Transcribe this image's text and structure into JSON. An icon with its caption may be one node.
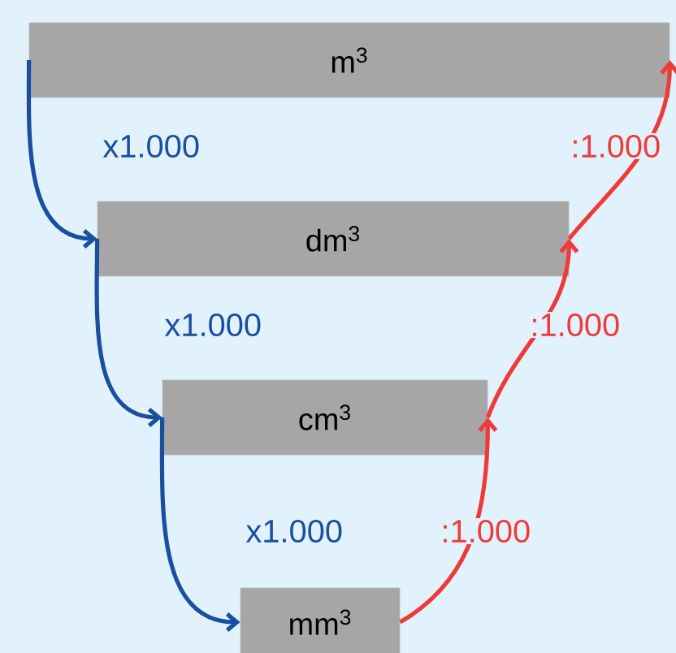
{
  "diagram": {
    "nodes": [
      {
        "text": [
          "m$^{3}$"
        ]
      },
      {
        "text": [
          "dm$^{3}$"
        ]
      },
      {
        "text": [
          "cm$^{3}$"
        ]
      },
      {
        "text": [
          "mm$^{3}$"
        ]
      }
    ],
    "edges": [
      {
        "from": 0,
        "to": 1,
        "arrow": "to",
        "label": "x1.000",
        "color": "#1a4fa0"
      },
      {
        "from": 1,
        "to": 2,
        "arrow": "to",
        "label": "x1.000",
        "color": "#1a4fa0"
      },
      {
        "from": 2,
        "to": 3,
        "arrow": "to",
        "label": "x1.000",
        "color": "#1a4fa0"
      },
      {
        "from": 3,
        "to": 2,
        "arrow": "to",
        "label": ":1.000",
        "color": "#f03a3a"
      },
      {
        "from": 2,
        "to": 1,
        "arrow": "to",
        "label": ":1.000",
        "color": "#f03a3a"
      },
      {
        "from": 1,
        "to": 0,
        "arrow": "to",
        "label": ":1.000",
        "color": "#f03a3a"
      }
    ]
  }
}
